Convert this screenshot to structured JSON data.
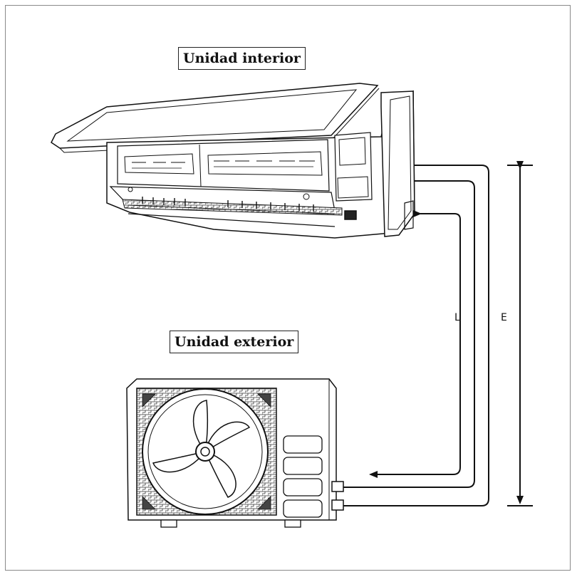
{
  "labels": {
    "indoor_unit": "Unidad interior",
    "outdoor_unit": "Unidad exterior",
    "pipe_length": "L",
    "height_difference": "E"
  },
  "colors": {
    "line": "#111111",
    "border": "#8a8a8a"
  }
}
